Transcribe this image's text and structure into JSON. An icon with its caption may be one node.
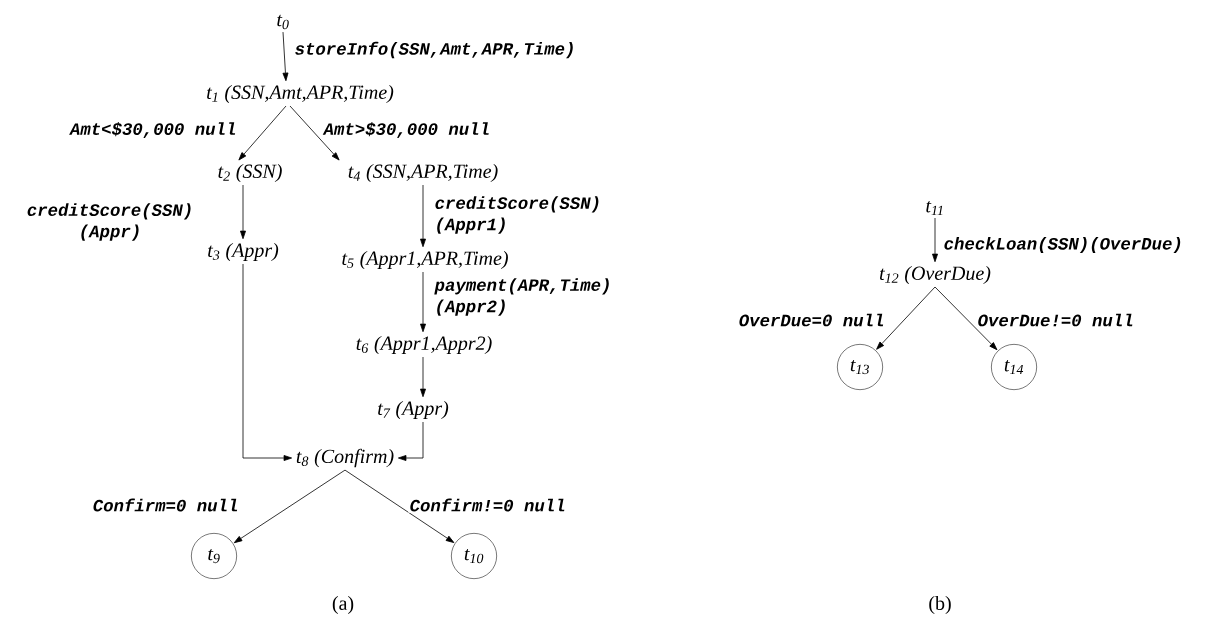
{
  "diagram": {
    "nodes": [
      {
        "text": [
          "t$_{0}$"
        ]
      },
      {
        "text": [
          "t$_{1}$ (SSN,Amt,APR,Time)"
        ]
      },
      {
        "text": [
          "t$_{2}$ (SSN)"
        ]
      },
      {
        "text": [
          "t$_{3}$ (Appr)"
        ]
      },
      {
        "text": [
          "t$_{4}$ (SSN,APR,Time)"
        ]
      },
      {
        "text": [
          "t$_{5}$ (Appr1,APR,Time)"
        ]
      },
      {
        "text": [
          "t$_{6}$ (Appr1,Appr2)"
        ]
      },
      {
        "text": [
          "t$_{7}$ (Appr)"
        ]
      },
      {
        "text": [
          "t$_{8}$ (Confirm)"
        ]
      },
      {
        "text": [
          "t$_{9}$"
        ]
      },
      {
        "text": [
          "t$_{10}$"
        ]
      },
      {
        "text": [
          "t$_{11}$"
        ]
      },
      {
        "text": [
          "t$_{12}$ (OverDue)"
        ]
      },
      {
        "text": [
          "t$_{13}$"
        ]
      },
      {
        "text": [
          "t$_{14}$"
        ]
      }
    ],
    "edges": [
      {
        "from": 0,
        "to": 1,
        "arrow": "to",
        "label": "storeInfo(SSN,Amt,APR,Time)"
      },
      {
        "from": 1,
        "to": 2,
        "arrow": "to",
        "label": "Amt<$30,000 null"
      },
      {
        "from": 1,
        "to": 4,
        "arrow": "to",
        "label": "Amt>$30,000 null"
      },
      {
        "from": 2,
        "to": 3,
        "arrow": "to",
        "label": "creditScore(SSN) (Appr)"
      },
      {
        "from": 4,
        "to": 5,
        "arrow": "to",
        "label": "creditScore(SSN) (Appr1)"
      },
      {
        "from": 5,
        "to": 6,
        "arrow": "to",
        "label": "payment(APR,Time) (Appr2)"
      },
      {
        "from": 6,
        "to": 7,
        "arrow": "to"
      },
      {
        "from": 3,
        "to": 8,
        "arrow": "to"
      },
      {
        "from": 7,
        "to": 8,
        "arrow": "to"
      },
      {
        "from": 8,
        "to": 9,
        "arrow": "to",
        "label": "Confirm=0 null"
      },
      {
        "from": 8,
        "to": 10,
        "arrow": "to",
        "label": "Confirm!=0 null"
      },
      {
        "from": 11,
        "to": 12,
        "arrow": "to",
        "label": "checkLoan(SSN)(OverDue)"
      },
      {
        "from": 12,
        "to": 13,
        "arrow": "to",
        "label": "OverDue=0 null"
      },
      {
        "from": 12,
        "to": 14,
        "arrow": "to",
        "label": "OverDue!=0 null"
      }
    ],
    "labels": [
      "(a)",
      "(b)"
    ]
  }
}
